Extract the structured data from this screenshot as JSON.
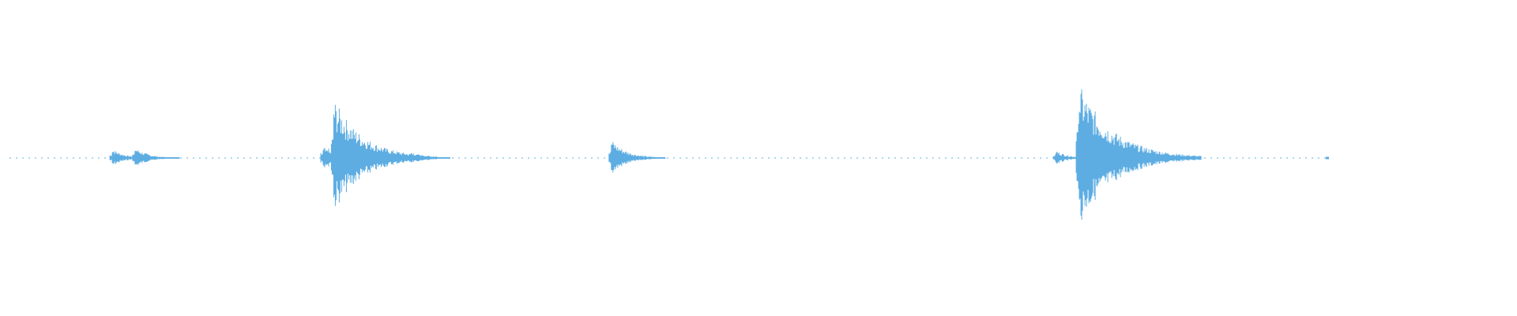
{
  "waveform": {
    "color": "#5dade2",
    "background": "#ffffff",
    "duration_fraction_active": 0.875,
    "events": [
      {
        "position": 0.074,
        "amplitude": 0.06
      },
      {
        "position": 0.089,
        "amplitude": 0.07
      },
      {
        "position": 0.213,
        "amplitude": 0.1
      },
      {
        "position": 0.22,
        "amplitude": 0.38
      },
      {
        "position": 0.27,
        "amplitude": 0.05
      },
      {
        "position": 0.403,
        "amplitude": 0.12
      },
      {
        "position": 0.696,
        "amplitude": 0.05
      },
      {
        "position": 0.711,
        "amplitude": 0.48
      }
    ]
  }
}
